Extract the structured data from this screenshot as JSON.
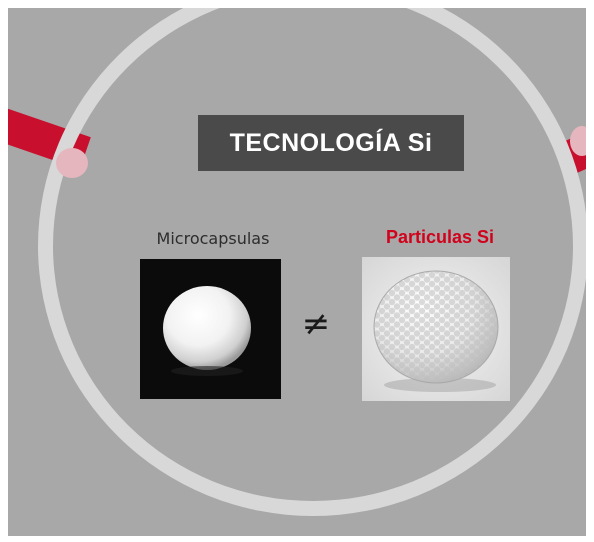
{
  "title": "TECNOLOGÍA Si",
  "left": {
    "label": "Microcapsulas",
    "image": "smooth-white-sphere-icon"
  },
  "right": {
    "label": "Particulas Si",
    "image": "dimpled-golf-ball-sphere-icon"
  },
  "relation_symbol": "≠",
  "colors": {
    "background": "#a8a8a8",
    "ring": "#d8d8d8",
    "accent": "#c8102e",
    "title_box": "#4a4a4a",
    "highlight_text": "#d1021c"
  }
}
